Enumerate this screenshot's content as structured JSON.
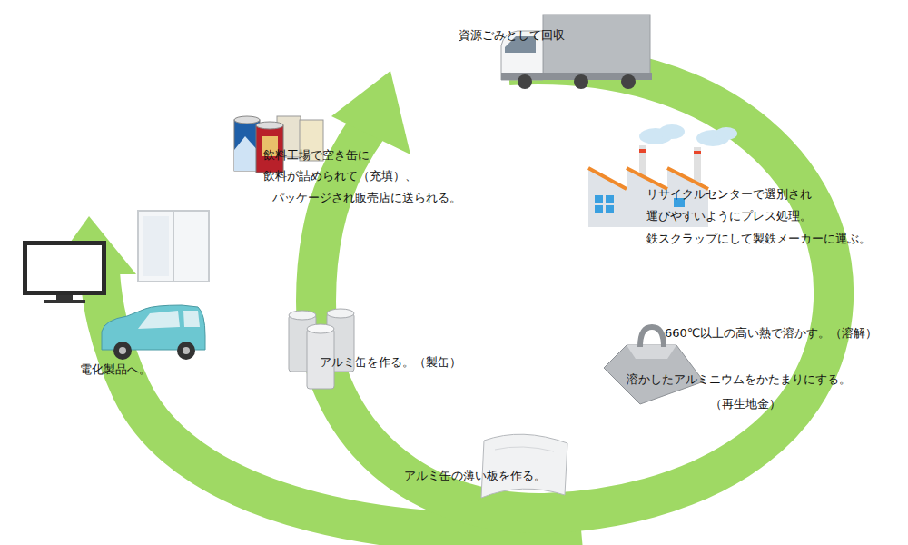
{
  "diagram": {
    "labels": [
      "資源ごみとして回収",
      "リサイクルセンターで選別され",
      "運びやすいようにプレス処理。",
      "鉄スクラップにして製鉄メーカーに運ぶ。",
      "660℃以上の高い熱で溶かす。（溶解）",
      "溶かしたアルミニウムをかたまりにする。",
      "（再生地金）",
      "アルミ缶の薄い板を作る。",
      "アルミ缶を作る。（製缶）",
      "電化製品へ。",
      "飲料工場で空き缶に",
      "飲料が詰められて（充填）、",
      "パッケージされ販売店に送られる。"
    ]
  }
}
